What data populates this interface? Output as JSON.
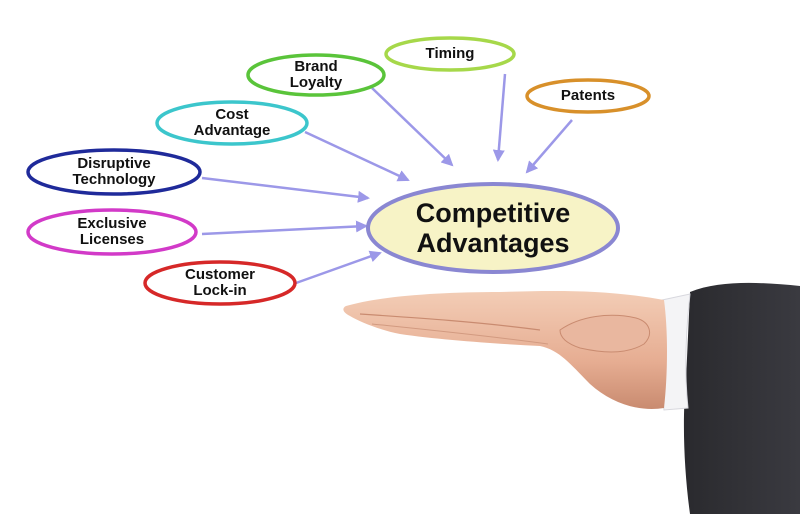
{
  "diagram": {
    "center": {
      "label": "Competitive\nAdvantages",
      "fill": "#f7f3c6",
      "stroke": "#8a87d2"
    },
    "arrow_color": "#9c98e8",
    "nodes": [
      {
        "id": "brand-loyalty",
        "label": "Brand\nLoyalty",
        "color": "#5ac43a"
      },
      {
        "id": "timing",
        "label": "Timing",
        "color": "#a6d84a"
      },
      {
        "id": "patents",
        "label": "Patents",
        "color": "#d8902a"
      },
      {
        "id": "cost-advantage",
        "label": "Cost\nAdvantage",
        "color": "#3cc6cc"
      },
      {
        "id": "disruptive-technology",
        "label": "Disruptive\nTechnology",
        "color": "#1f2a9a"
      },
      {
        "id": "exclusive-licenses",
        "label": "Exclusive\nLicenses",
        "color": "#d23ac8"
      },
      {
        "id": "customer-lock-in",
        "label": "Customer\nLock-in",
        "color": "#d62828"
      }
    ]
  }
}
